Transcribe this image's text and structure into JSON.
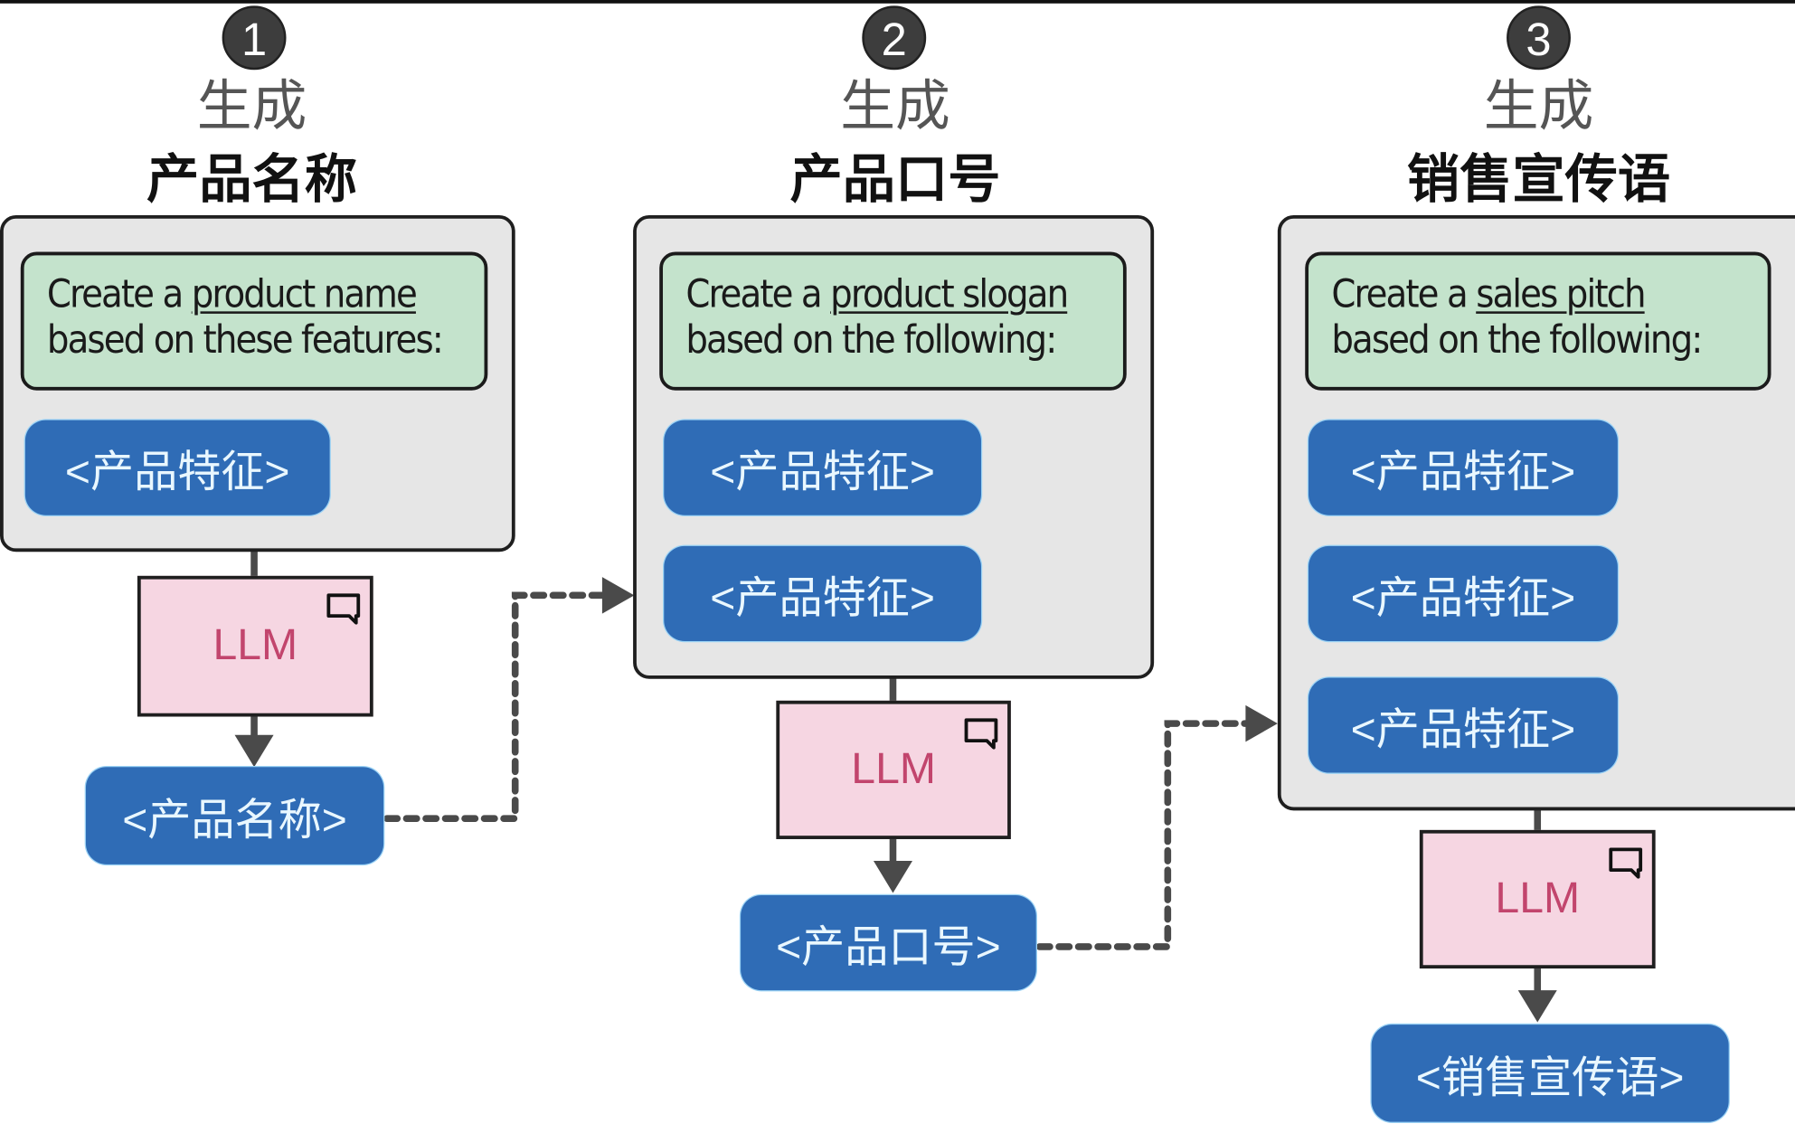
{
  "steps": [
    {
      "number": "1",
      "verb": "生成",
      "title": "产品名称",
      "prompt_prefix": "Create a ",
      "prompt_emphasis": "product name",
      "prompt_line2": "based on these features:",
      "inputs": [
        "<产品特征>"
      ],
      "model": "LLM",
      "output": "<产品名称>"
    },
    {
      "number": "2",
      "verb": "生成",
      "title": "产品口号",
      "prompt_prefix": "Create a ",
      "prompt_emphasis": "product slogan",
      "prompt_line2": "based on the following:",
      "inputs": [
        "<产品特征>",
        "<产品特征>"
      ],
      "model": "LLM",
      "output": "<产品口号>"
    },
    {
      "number": "3",
      "verb": "生成",
      "title": "销售宣传语",
      "prompt_prefix": "Create a ",
      "prompt_emphasis": "sales pitch",
      "prompt_line2": "based on the following:",
      "inputs": [
        "<产品特征>",
        "<产品特征>",
        "<产品特征>"
      ],
      "model": "LLM",
      "output": "<销售宣传语>"
    }
  ],
  "colors": {
    "panel": "#e6e6e6",
    "prompt": "#c4e3cc",
    "pill": "#2f6cb6",
    "llm_box": "#f6d6e2",
    "llm_text": "#c2456d",
    "badge": "#3d3d3d",
    "connector": "#4a4a4a"
  },
  "icons": {
    "llm_corner": "chat-bubble-icon"
  }
}
